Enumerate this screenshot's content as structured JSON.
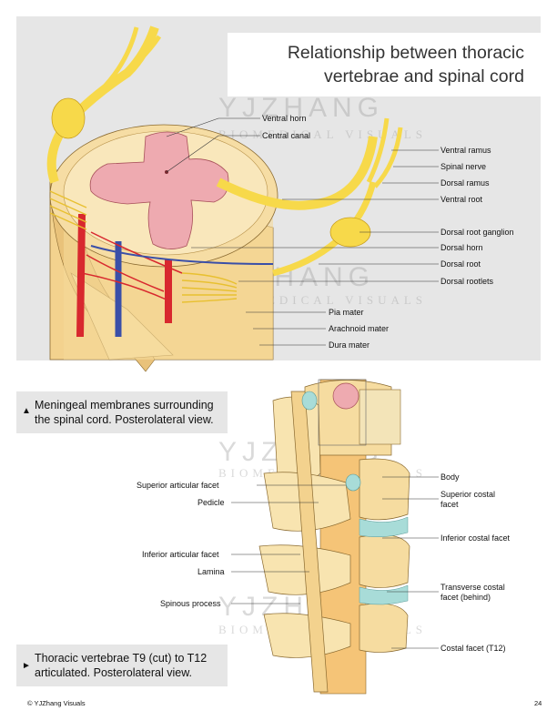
{
  "title": {
    "line1": "Relationship between thoracic",
    "line2": "vertebrae and spinal cord"
  },
  "watermark": {
    "brand": "YJZHANG",
    "sub": "BIOMEDICAL VISUALS"
  },
  "top_labels": {
    "ventral_horn": "Ventral horn",
    "central_canal": "Central canal",
    "ventral_ramus": "Ventral ramus",
    "spinal_nerve": "Spinal nerve",
    "dorsal_ramus": "Dorsal ramus",
    "ventral_root": "Ventral root",
    "dorsal_root_ganglion": "Dorsal root ganglion",
    "dorsal_horn": "Dorsal horn",
    "dorsal_root": "Dorsal root",
    "dorsal_rootlets": "Dorsal rootlets",
    "pia_mater": "Pia mater",
    "arachnoid_mater": "Arachnoid mater",
    "dura_mater": "Dura mater"
  },
  "caption_top": {
    "marker": "▲",
    "line1": "Meningeal membranes surrounding",
    "line2": "the spinal cord. Posterolateral view."
  },
  "caption_bottom": {
    "marker": "►",
    "line1": "Thoracic vertebrae T9 (cut) to T12",
    "line2": "articulated. Posterolateral view."
  },
  "bottom_labels": {
    "superior_articular_facet": "Superior articular facet",
    "pedicle": "Pedicle",
    "inferior_articular_facet": "Inferior articular facet",
    "lamina": "Lamina",
    "spinous_process": "Spinous process",
    "body": "Body",
    "superior_costal_facet_1": "Superior costal",
    "superior_costal_facet_2": "facet",
    "inferior_costal_facet": "Inferior costal facet",
    "transverse_costal_facet_1": "Transverse costal",
    "transverse_costal_facet_2": "facet (behind)",
    "costal_facet_t12": "Costal facet (T12)"
  },
  "footer": {
    "credit": "© YJZhang Visuals",
    "page": "24"
  },
  "colors": {
    "bone": "#f6dca0",
    "nerve": "#f7d94a",
    "gray_matter": "#eeaab0",
    "artery": "#d8282e",
    "vein": "#3a4fa8",
    "disc": "#a8dcd8"
  }
}
